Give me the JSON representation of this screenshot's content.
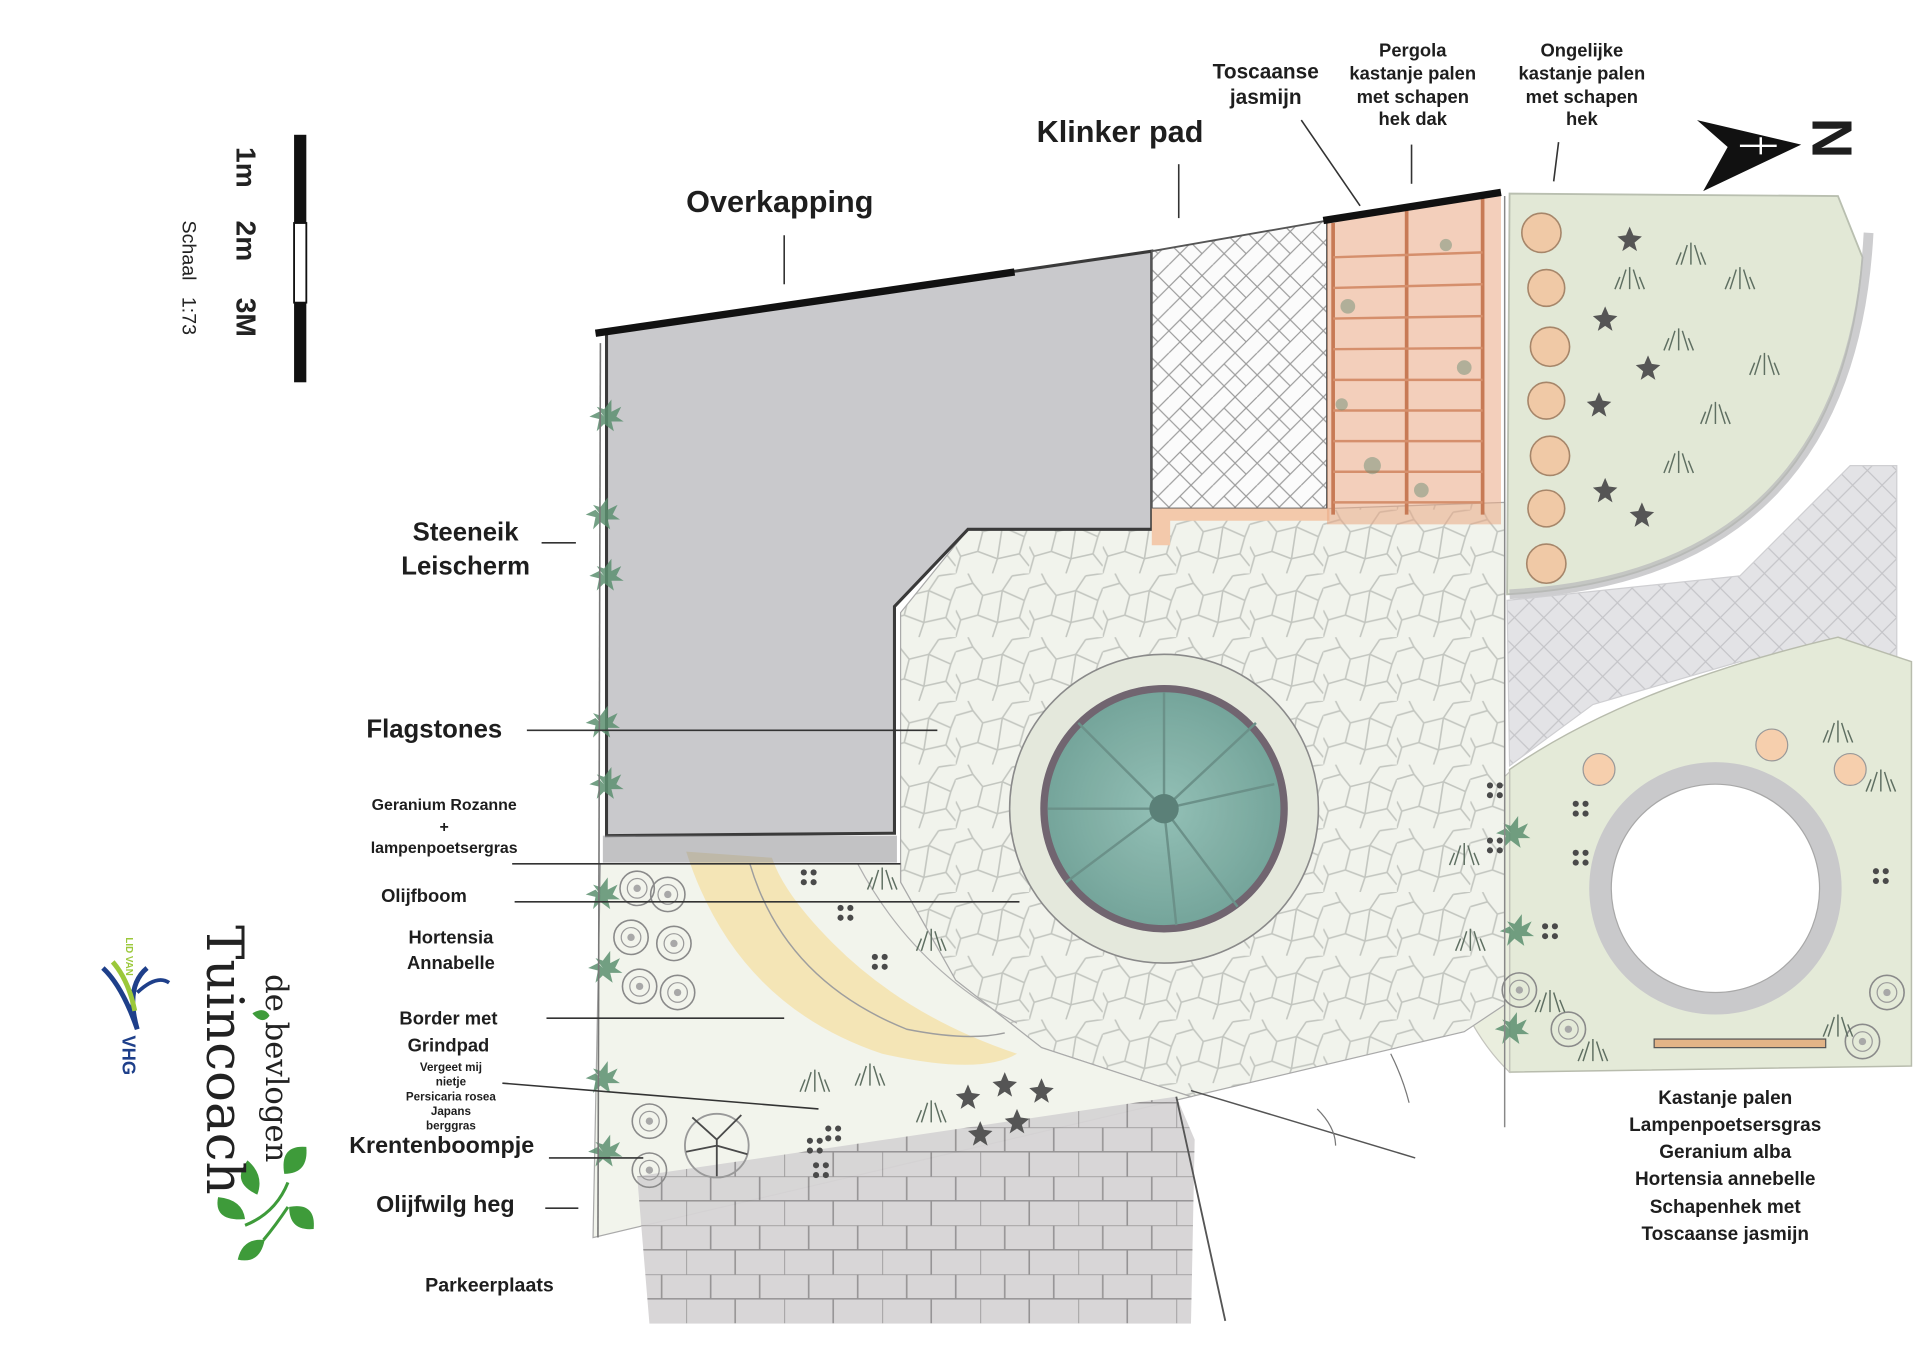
{
  "title": "Overkapping",
  "labels": {
    "overkapping": "Overkapping",
    "klinker_pad": "Klinker pad",
    "toscaanse_jasmijn": [
      "Toscaanse",
      "jasmijn"
    ],
    "pergola": [
      "Pergola",
      "kastanje palen",
      "met schapen",
      "hek dak"
    ],
    "ongelijke": [
      "Ongelijke",
      "kastanje palen",
      "met schapen",
      "hek"
    ],
    "steeneik": [
      "Steeneik",
      "Leischerm"
    ],
    "flagstones": "Flagstones",
    "geranium_rozanne": [
      "Geranium Rozanne",
      "+",
      "lampenpoetsergras"
    ],
    "olijfboom": "Olijfboom",
    "hortensia": [
      "Hortensia",
      "Annabelle"
    ],
    "border": [
      "Border met",
      "Grindpad"
    ],
    "vergeet": [
      "Vergeet mij",
      "nietje",
      "Persicaria rosea",
      "Japans",
      "berggras"
    ],
    "krentenboompje": "Krentenboompje",
    "olijfwilg": "Olijfwilg heg",
    "parkeerplaats": "Parkeerplaats",
    "right_list": [
      "Kastanje palen",
      "Lampenpoetsersgras",
      "Geranium alba",
      "Hortensia annebelle",
      "Schapenhek met",
      "Toscaanse jasmijn"
    ]
  },
  "scale": {
    "marks": [
      "1m",
      "2m",
      "3M"
    ],
    "text": "Schaal   1:73"
  },
  "north": "N",
  "logo": {
    "line1": "de bevlogen",
    "line2": "Tuincoach",
    "badge_top": "LID VAN",
    "badge_mid": "VHG"
  },
  "colors": {
    "roof": "#c9c9cc",
    "flagstone_bg": "#f1f3ec",
    "flagstone_line": "#c9ccc6",
    "pond": "#87b5ac",
    "lawn": "#dfe8d2",
    "grindpad": "#f6e3b0",
    "pergola_wood": "#e2a07e",
    "plant_green": "#4e7f63",
    "parking": "#d5d3d4",
    "brand_green": "#3a9a35"
  }
}
